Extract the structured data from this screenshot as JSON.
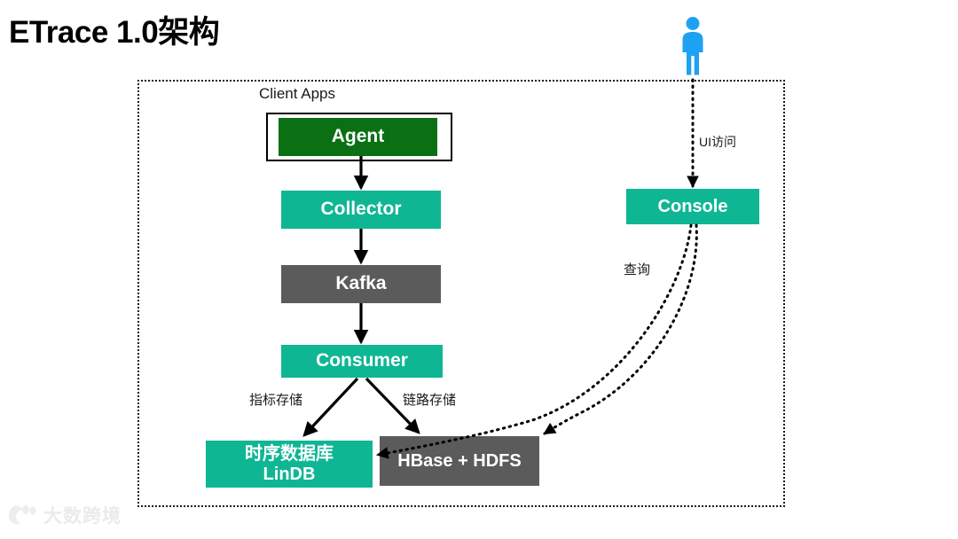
{
  "slide": {
    "title": "ETrace 1.0架构",
    "background_color": "#ffffff"
  },
  "palette": {
    "teal": "#0fb694",
    "dark_green": "#0b7014",
    "gray": "#5b5b5b",
    "person_blue": "#1ea1f2",
    "boundary": "#1a1a1a",
    "text_light": "#ffffff",
    "watermark": "#e9e9e9"
  },
  "diagram": {
    "boundary": {
      "name": "system-boundary",
      "style": "dotted"
    },
    "client_apps": {
      "label": "Client Apps",
      "agent": {
        "label": "Agent",
        "color": "#0b7014"
      }
    },
    "nodes": [
      {
        "id": "collector",
        "label": "Collector",
        "color": "#0fb694"
      },
      {
        "id": "kafka",
        "label": "Kafka",
        "color": "#5b5b5b"
      },
      {
        "id": "consumer",
        "label": "Consumer",
        "color": "#0fb694"
      },
      {
        "id": "console",
        "label": "Console",
        "color": "#0fb694"
      }
    ],
    "storage": {
      "lindb": {
        "line1": "时序数据库",
        "line2": "LinDB",
        "color": "#0fb694"
      },
      "hbase": {
        "label": "HBase + HDFS",
        "color": "#5b5b5b"
      }
    },
    "edge_labels": {
      "metric_store": "指标存储",
      "trace_store": "链路存储",
      "ui_access": "UI访问",
      "query": "查询"
    },
    "actor": {
      "name": "user-person-icon",
      "color": "#1ea1f2"
    }
  },
  "watermark": {
    "text": "大数跨境",
    "logo": "paw-logo-icon"
  }
}
